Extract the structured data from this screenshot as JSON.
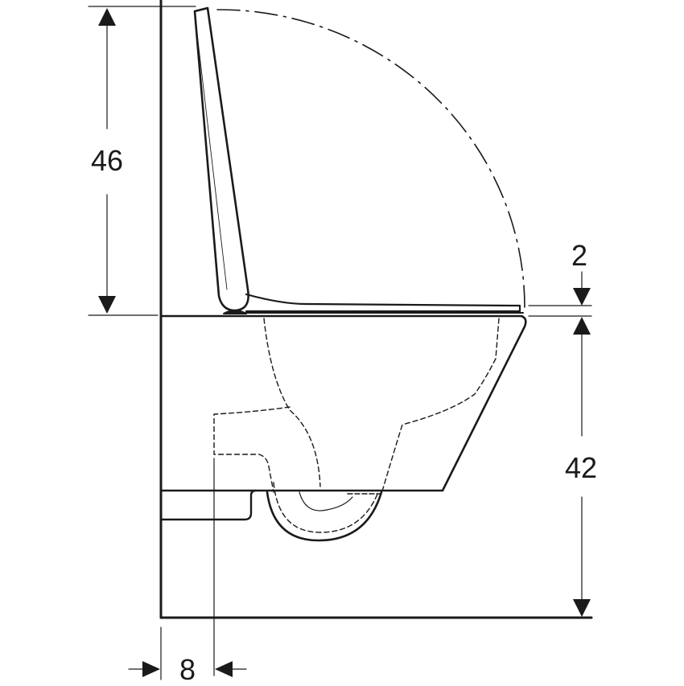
{
  "diagram": {
    "type": "technical-dimension-drawing",
    "subject": "wall-hung toilet, side view with seat lid open",
    "line_color": "#1a1a1a",
    "background": "#ffffff"
  },
  "dimensions": {
    "lid_height": {
      "value": "46",
      "orientation": "vertical",
      "position": "left"
    },
    "seat_thickness": {
      "value": "2",
      "orientation": "vertical",
      "position": "right-top"
    },
    "bowl_height": {
      "value": "42",
      "orientation": "vertical",
      "position": "right"
    },
    "wall_offset": {
      "value": "8",
      "orientation": "horizontal",
      "position": "bottom-left"
    }
  }
}
